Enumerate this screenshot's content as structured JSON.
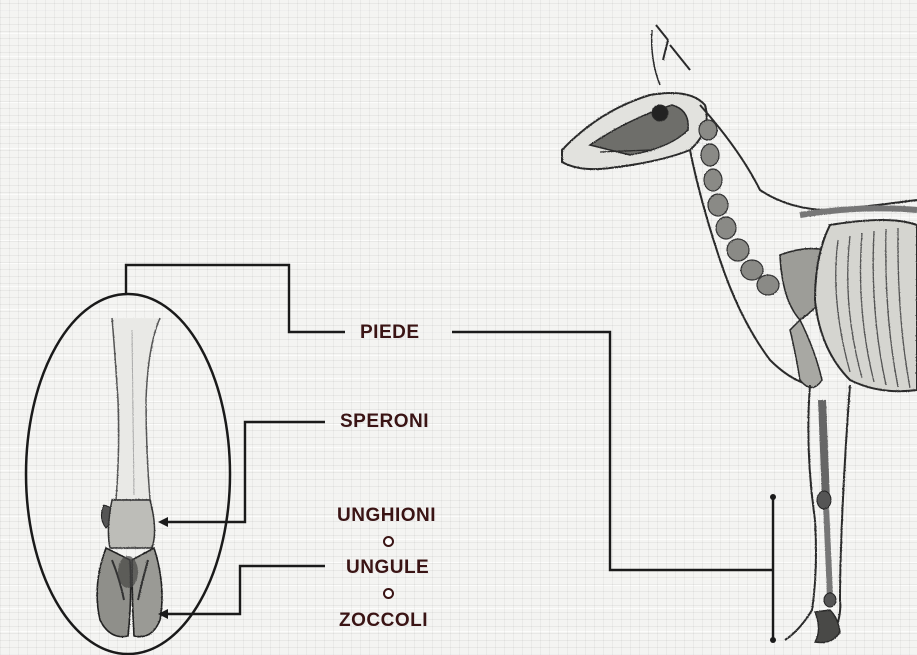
{
  "labels": {
    "piede": "PIEDE",
    "speroni": "SPERONI",
    "unghioni": "UNGHIONI",
    "ungule": "UNGULE",
    "zoccoli": "ZOCCOLI"
  },
  "colors": {
    "line": "#1a1a1a",
    "text": "#3a1414",
    "paper": "#f4f4f2"
  }
}
